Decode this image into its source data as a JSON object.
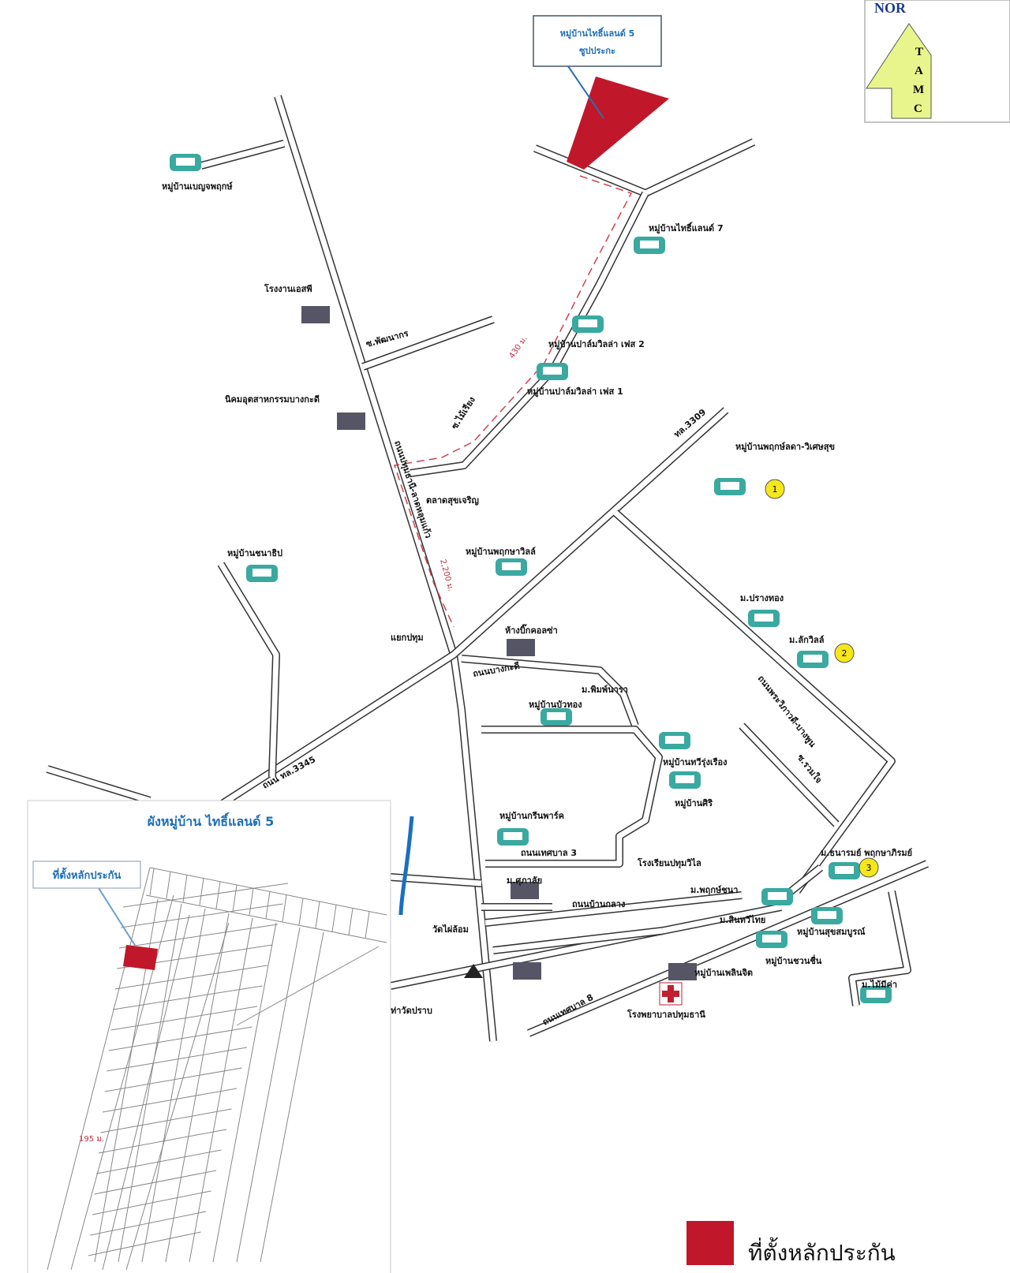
{
  "north_arrow": {
    "text": "NOR",
    "letters": [
      "T",
      "A",
      "M",
      "C"
    ]
  },
  "callout_top": {
    "line1": "หมู่บ้านไทธิ์แลนด์ 5",
    "line2": "ซูปประกะ"
  },
  "distances": {
    "d1": "430 ม.",
    "d2": "2,200 ม.",
    "d3": "195 ม."
  },
  "places": {
    "p1": "หมู่บ้านเบญจพฤกษ์",
    "p2": "หมู่บ้านไทธิ์แลนด์ 7",
    "p3": "โรงงานเอสพี",
    "p4": "ซ.พัฒนากร",
    "p5": "หมู่บ้านปาล์มวิลล่า เฟส 2",
    "p6": "หมู่บ้านปาล์มวิลล่า เฟส 1",
    "p7": "นิคมอุตสาหกรรมบางกะดี",
    "p8": "ซ.ไม้เรียง",
    "p9": "ตลาดสุขเจริญ",
    "p10": "หมู่บ้านพฤกษาวิลล์",
    "p11": "หมู่บ้านชนาธิป",
    "p12": "หมู่บ้านพฤกษ์ลดา-วิเศษสุข",
    "p13": "ห้างบิ๊กคอลซ่า",
    "p14": "แยกปทุม",
    "p15": "ม.ปรางทอง",
    "p16": "ม.ลักวิลล์",
    "p17": "ม.พิมพ์นารา",
    "p18": "หมู่บ้านบัวทอง",
    "p19": "หมู่บ้านทวีรุ่งเรือง",
    "p20": "หมู่บ้านศิริ",
    "p21": "หมู่บ้านกรีนพาร์ค",
    "p22": "ถนนเทศบาล 3",
    "p23": "ม.ศุภาลัย",
    "p24": "โรงเรียนปทุมวิไล",
    "p25": "ม.ธนารมย์ พฤกษาภิรมย์",
    "p26": "ถนนบ้านกลาง",
    "p27": "วัดไผ่ล้อม",
    "p28": "ม.พฤกษ์ชนา",
    "p29": "ม.สินทวีไทย",
    "p30": "หมู่บ้านสุขสมบูรณ์",
    "p31": "หมู่บ้านชวนชื่น",
    "p32": "ท่าวัดปราบ",
    "p33": "ถนนเทศบาล 8",
    "p34": "โรงพยาบาลปทุมธานี",
    "p35": "ม.ไม้มีค่า",
    "p36": "หมู่บ้านเพลินจิต",
    "road1": "ถนนปทุมธานี-ลาดหลุมแก้ว",
    "road2": "ถนน ทล.3345",
    "road3": "ถนนบางกะดี",
    "road4": "ถนนพระวิภาวดี-บางพูน",
    "road5": "ทล.3309",
    "road6": "ซ.รวมใจ"
  },
  "markers": [
    "1",
    "2",
    "3"
  ],
  "inset": {
    "title": "ผังหมู่บ้าน ไทธิ์แลนด์ 5",
    "label": "ที่ตั้งหลักประกัน"
  },
  "legend": {
    "label": "ที่ตั้งหลักประกัน",
    "color": "#c0182a"
  }
}
